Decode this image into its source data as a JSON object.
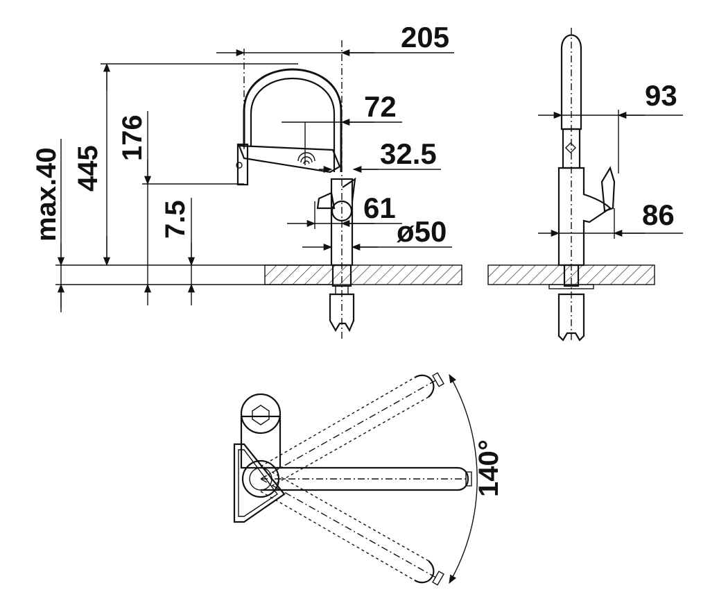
{
  "dimensions": {
    "spout_reach": "205",
    "height_total": "445",
    "spout_outlet_height": "176",
    "worktop_thickness": "max.40",
    "base_height": "7.5",
    "spray_offset": "72",
    "spout_offset": "32.5",
    "lever_reach": "61",
    "base_diameter": "ø50",
    "side_reach_top": "93",
    "side_reach_lever": "86",
    "swivel_angle": "140°"
  },
  "colors": {
    "line": "#111111",
    "background": "#ffffff"
  }
}
